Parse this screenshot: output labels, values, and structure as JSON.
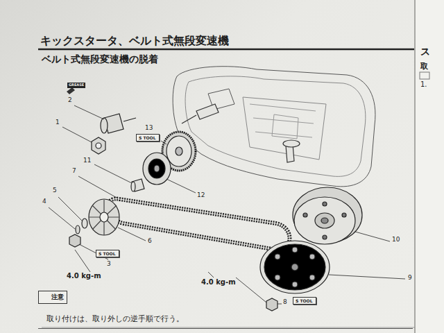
{
  "diagram": {
    "title": "キックスタータ、ベルト式無段変速機",
    "nodes": [
      {
        "text": [
          "S TOOL"
        ]
      },
      {
        "text": [
          "S TOOL"
        ]
      },
      {
        "text": [
          "S TOOL"
        ]
      },
      {
        "text": [
          "注意",
          "取り付けは、取り外しの逆手順で行う。"
        ]
      }
    ],
    "labels": [
      "ベルト式無段変速機の脱着",
      "GREASE",
      "2",
      "1",
      "13",
      "11",
      "7",
      "12",
      "5",
      "4",
      "6",
      "3",
      "4.0 kg-m",
      "10",
      "9",
      "4.0 kg-m",
      "8",
      "ス",
      "取",
      "1."
    ]
  }
}
